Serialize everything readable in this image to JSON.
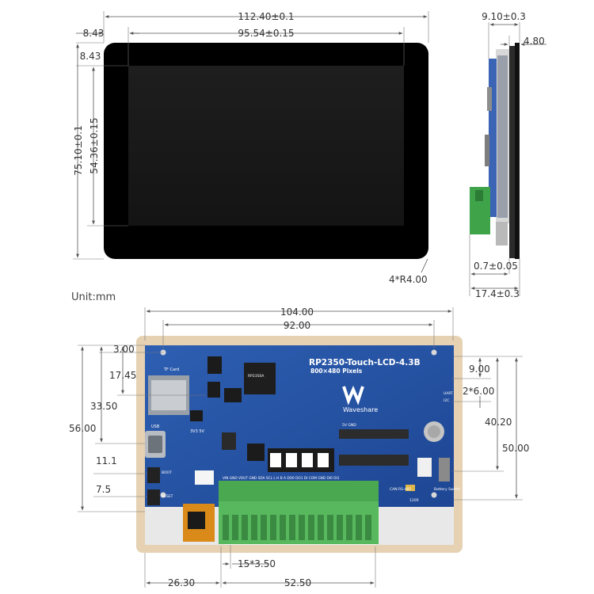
{
  "unit_label": "Unit:mm",
  "corner_note": "4*R4.00",
  "front_view": {
    "width_total": "112.40±0.1",
    "width_active": "95.54±0.15",
    "margin_left": "8.43",
    "margin_top": "8.43",
    "height_total": "75.10±0.1",
    "height_active": "54.36±0.15"
  },
  "side_view": {
    "thickness_total": "9.10±0.3",
    "thickness_panel": "4.80",
    "cover_glass": "0.7±0.05",
    "depth_total": "17.4±0.3"
  },
  "board_view": {
    "width_outer": "104.00",
    "width_holes": "92.00",
    "left_3_00": "3.00",
    "left_17_45": "17.45",
    "left_33_50": "33.50",
    "left_56_00": "56.00",
    "left_11_1": "11.1",
    "left_7_5": "7.5",
    "right_9_00": "9.00",
    "right_2x6_00": "2*6.00",
    "right_40_20": "40.20",
    "right_50_00": "50.00",
    "bottom_26_30": "26.30",
    "bottom_52_50": "52.50",
    "pitch": "15*3.50"
  },
  "silkscreen": {
    "title": "RP2350-Touch-LCD-4.3B",
    "subtitle": "800×480 Pixels",
    "brand": "Waveshare",
    "tf_card": "TF Card",
    "usb": "USB",
    "voltage": "3V3 5V",
    "boot": "BOOT",
    "reset": "RESET",
    "can_rs485": "CAN RS-485",
    "battery_switch": "Battery Switch",
    "r120": "120R",
    "terminal_pins": "VIN GND VOUT GND SDA SCL L H B A DO0 DO1 DI COM GND DI0 DI1",
    "chip_text": "RP2350A",
    "pin_labels_top": "5V GND",
    "uart": "UART",
    "i2c": "I2C"
  }
}
